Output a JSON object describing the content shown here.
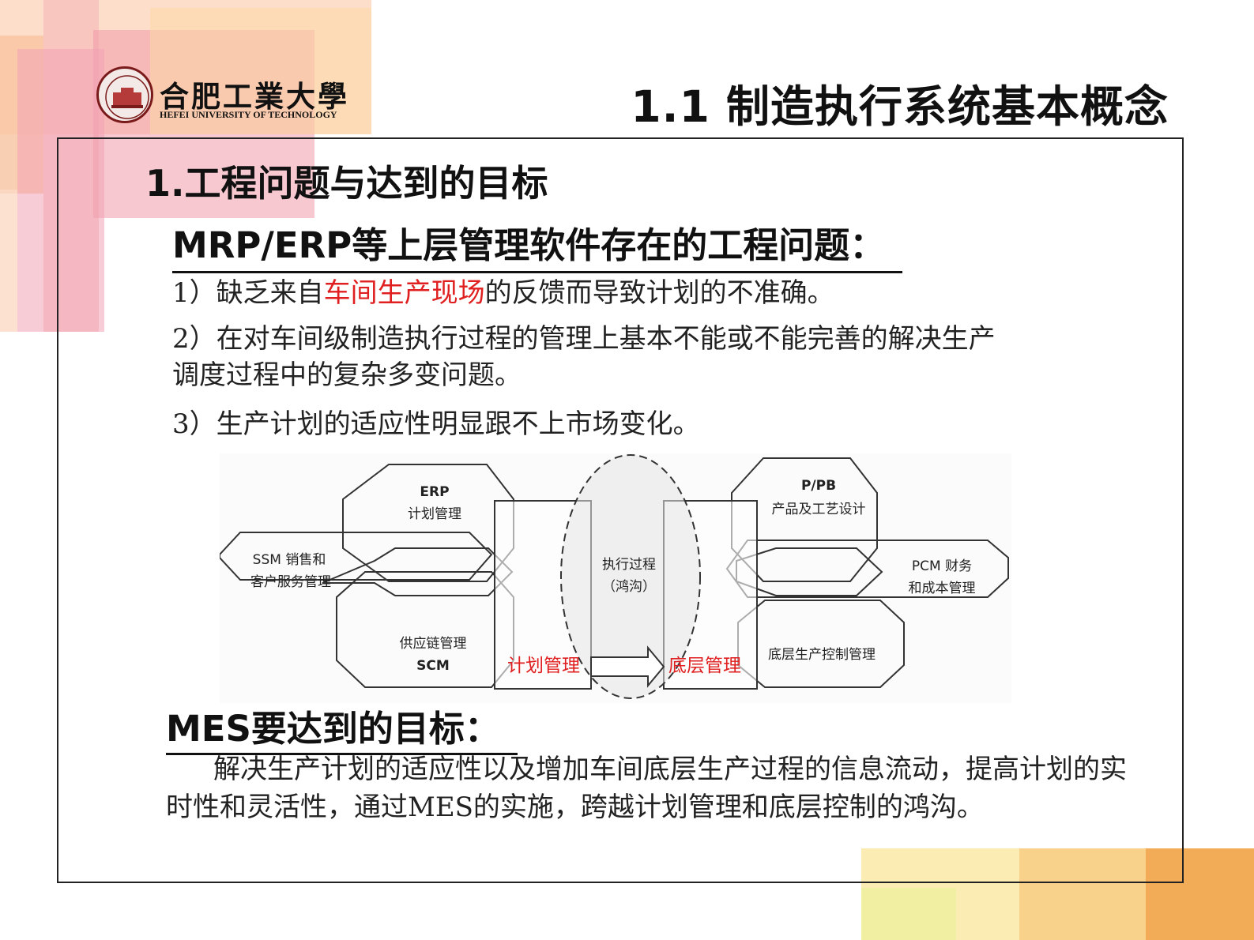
{
  "header": {
    "logo_cn": "合肥工業大學",
    "logo_en": "HEFEI UNIVERSITY OF TECHNOLOGY",
    "title": "1.1 制造执行系统基本概念"
  },
  "section": {
    "heading": "1.工程问题与达到的目标",
    "problems_heading": "MRP/ERP等上层管理软件存在的工程问题：",
    "problem1_prefix": "1）缺乏来自",
    "problem1_highlight": "车间生产现场",
    "problem1_suffix": "的反馈而导致计划的不准确。",
    "problem2_line1": "2）在对车间级制造执行过程的管理上基本不能或不能完善的解决生产",
    "problem2_line2": "调度过程中的复杂多变问题。",
    "problem3": "3）生产计划的适应性明显跟不上市场变化。"
  },
  "diagram": {
    "erp": "ERP",
    "erp_sub": "计划管理",
    "ppb": "P/PB",
    "ppb_sub": "产品及工艺设计",
    "ssm": "SSM 销售和",
    "ssm_sub": "客户服务管理",
    "pcm": "PCM 财务",
    "pcm_sub": "和成本管理",
    "exec": "执行过程",
    "exec_sub": "（鸿沟）",
    "scm": "供应链管理",
    "scm_sub": "SCM",
    "bottom_control": "底层生产控制管理",
    "plan_mgmt": "计划管理",
    "bottom_mgmt": "底层管理"
  },
  "goals": {
    "heading": "MES要达到的目标：",
    "text": "解决生产计划的适应性以及增加车间底层生产过程的信息流动，提高计划的实时性和灵活性，通过MES的实施，跨越计划管理和底层控制的鸿沟。"
  },
  "colors": {
    "highlight_red": "#e02020",
    "deco_pink": "#f4a0a8",
    "deco_orange": "#f6b26b",
    "deco_yellow": "#f3e27a"
  }
}
